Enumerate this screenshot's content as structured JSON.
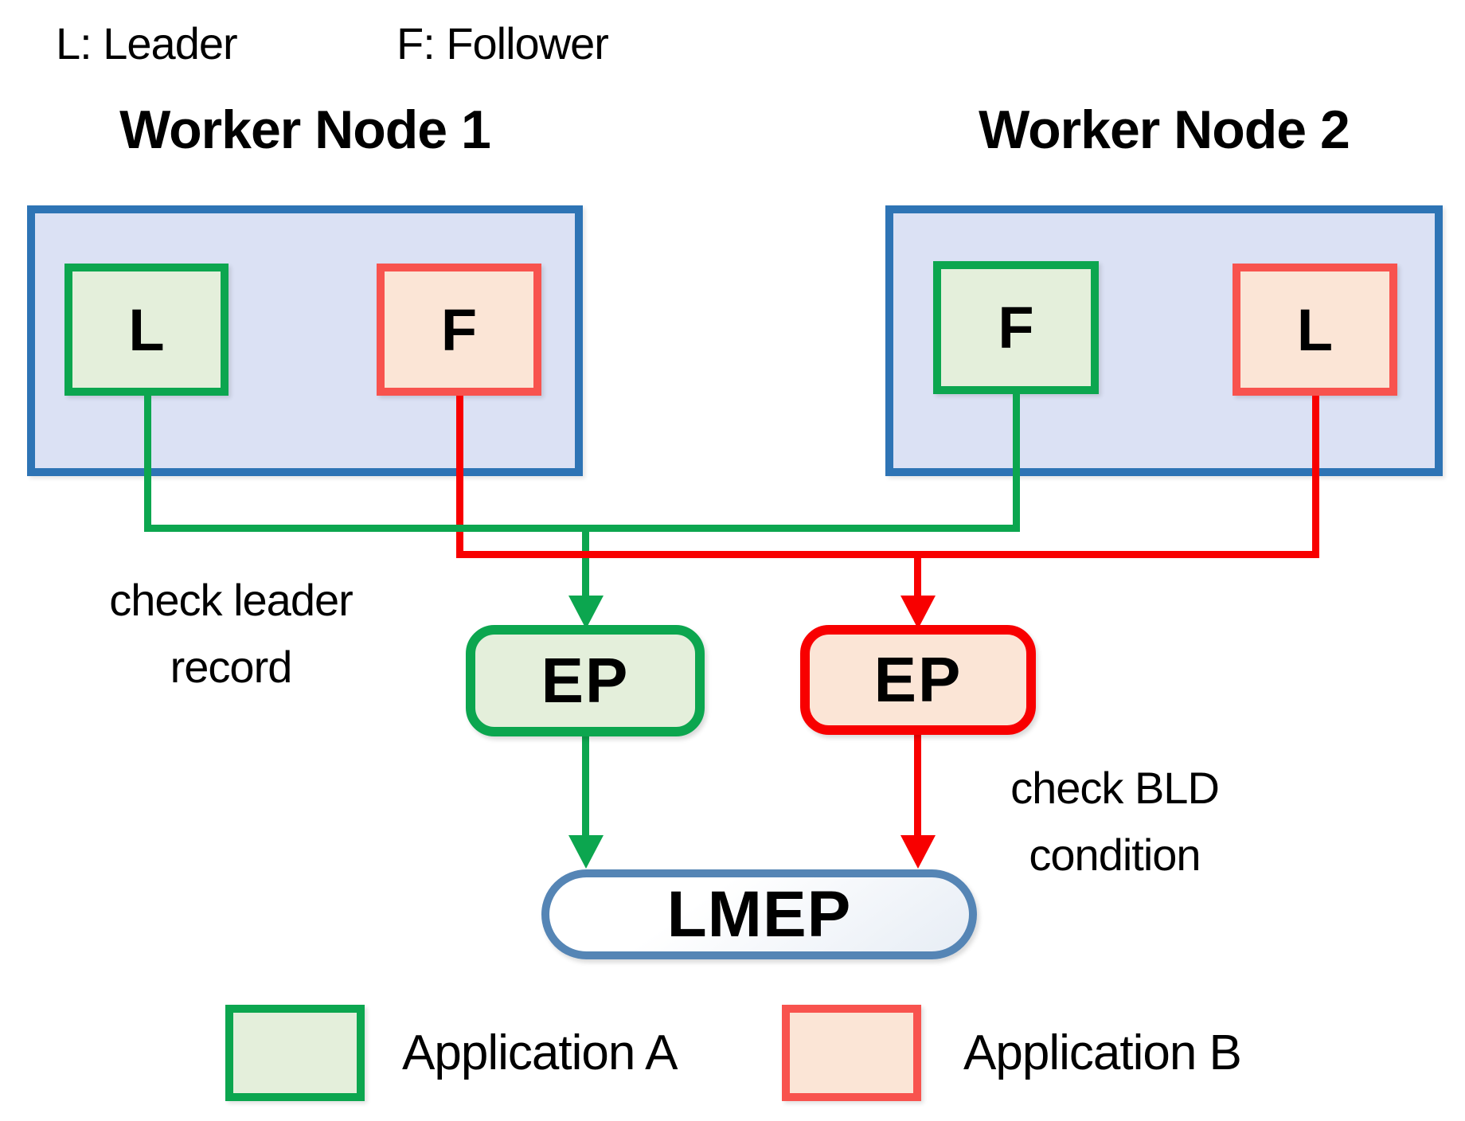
{
  "legend_top": {
    "leader_abbr": "L: Leader",
    "follower_abbr": "F: Follower"
  },
  "worker_node_1": {
    "title": "Worker Node 1",
    "boxes": [
      {
        "label": "L",
        "application": "Application A"
      },
      {
        "label": "F",
        "application": "Application B"
      }
    ]
  },
  "worker_node_2": {
    "title": "Worker Node 2",
    "boxes": [
      {
        "label": "F",
        "application": "Application A"
      },
      {
        "label": "L",
        "application": "Application B"
      }
    ]
  },
  "endpoints": {
    "ep_app_a": "EP",
    "ep_app_b": "EP",
    "lmep": "LMEP"
  },
  "annotations": {
    "check_leader_line1": "check leader",
    "check_leader_line2": "record",
    "check_bld_line1": "check BLD",
    "check_bld_line2": "condition"
  },
  "legend_bottom": {
    "app_a_label": "Application A",
    "app_b_label": "Application B"
  },
  "colors": {
    "node_border_blue": "#2E74B5",
    "node_fill_blue": "#DBE1F4",
    "app_a_green": "#0CA64F",
    "app_a_fill": "#E4EFDB",
    "app_b_red_soft": "#F8534E",
    "app_b_fill_peach": "#FBE5D6",
    "connector_red": "#F80000",
    "lmep_border_blue": "#5585B5"
  }
}
